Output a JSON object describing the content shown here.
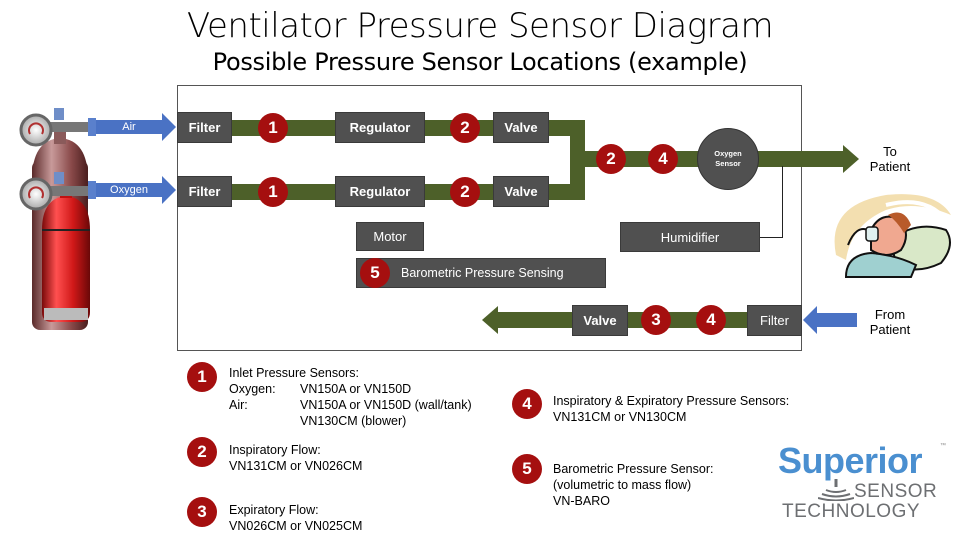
{
  "header": {
    "title": "Ventilator Pressure Sensor Diagram",
    "subtitle": "Possible Pressure Sensor Locations (example)"
  },
  "colors": {
    "pipe": "#4d6029",
    "component_box": "#505050",
    "sensor_badge": "#a50f0f",
    "inlet_arrow": "#4a72c4",
    "logo_blue": "#4a8fd0",
    "logo_gray": "#6d6f72"
  },
  "inputs": {
    "air_label": "Air",
    "oxygen_label": "Oxygen"
  },
  "components": {
    "filter": "Filter",
    "regulator": "Regulator",
    "valve": "Valve",
    "oxygen_sensor": "Oxygen Sensor",
    "humidifier": "Humidifier",
    "motor": "Motor",
    "barometric": "Barometric Pressure Sensing"
  },
  "badges": {
    "b1": "1",
    "b2": "2",
    "b3": "3",
    "b4": "4",
    "b5": "5"
  },
  "outputs": {
    "to_patient": "To\nPatient",
    "to_patient_line1": "To",
    "to_patient_line2": "Patient",
    "from_patient_line1": "From",
    "from_patient_line2": "Patient"
  },
  "legend": [
    {
      "number": "1",
      "title": "Inlet Pressure Sensors:",
      "rows": [
        {
          "label": "Oxygen:",
          "value": "VN150A or VN150D"
        },
        {
          "label": "Air:",
          "value": "VN150A or VN150D (wall/tank)"
        },
        {
          "label": "",
          "value": "VN130CM (blower)"
        }
      ]
    },
    {
      "number": "2",
      "title": "Inspiratory Flow:",
      "lines": [
        "VN131CM or VN026CM"
      ]
    },
    {
      "number": "3",
      "title": "Expiratory Flow:",
      "lines": [
        "VN026CM or VN025CM"
      ]
    },
    {
      "number": "4",
      "title": "Inspiratory & Expiratory Pressure Sensors:",
      "lines": [
        "VN131CM or VN130CM"
      ]
    },
    {
      "number": "5",
      "title": "Barometric Pressure Sensor:",
      "lines": [
        "(volumetric to mass flow)",
        "VN-BARO"
      ]
    }
  ],
  "logo": {
    "brand": "Superior",
    "tm": "™",
    "line2": "SENSOR",
    "line3": "TECHNOLOGY"
  }
}
